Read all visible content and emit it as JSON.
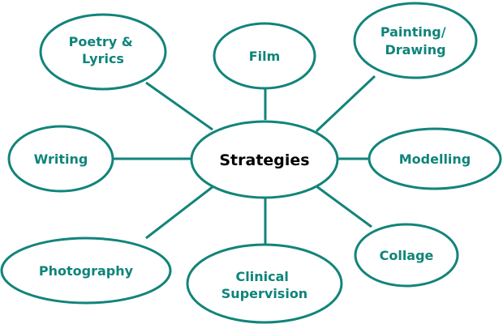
{
  "colors": {
    "stroke": "#12847a",
    "node_text": "#0f847a",
    "center_text": "#000000",
    "background": "#ffffff"
  },
  "center": {
    "label": "Strategies"
  },
  "nodes": [
    {
      "id": "poetry",
      "lines": [
        "Poetry &",
        "Lyrics"
      ]
    },
    {
      "id": "film",
      "lines": [
        "Film"
      ]
    },
    {
      "id": "painting",
      "lines": [
        "Painting/",
        "Drawing"
      ]
    },
    {
      "id": "writing",
      "lines": [
        "Writing"
      ]
    },
    {
      "id": "modelling",
      "lines": [
        "Modelling"
      ]
    },
    {
      "id": "photography",
      "lines": [
        "Photography"
      ]
    },
    {
      "id": "clinical",
      "lines": [
        "Clinical",
        "Supervision"
      ]
    },
    {
      "id": "collage",
      "lines": [
        "Collage"
      ]
    }
  ]
}
